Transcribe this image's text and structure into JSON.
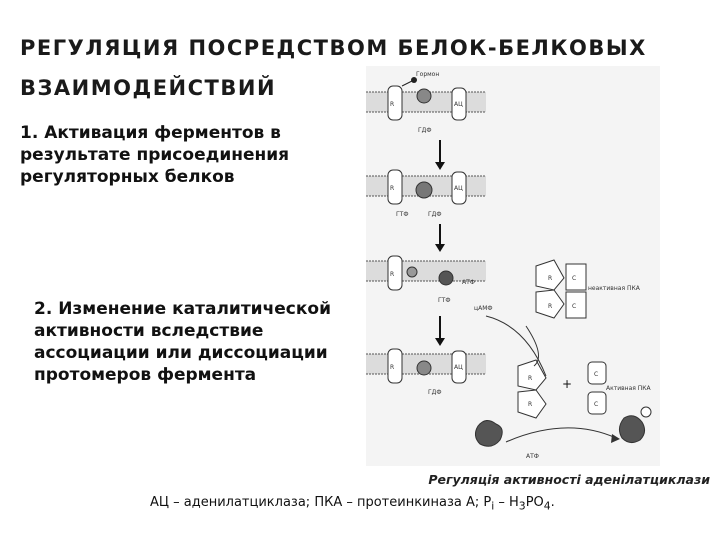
{
  "slide": {
    "title_line1": "РЕГУЛЯЦИЯ ПОСРЕДСТВОМ БЕЛОК-БЕЛКОВЫХ",
    "title_line2": "ВЗАИМОДЕЙСТВИЙ",
    "point1": "1. Активация ферментов в результате присоединения регуляторных белков",
    "point2": "2. Изменение каталитической активности вследствие ассоциации или диссоциации протомеров фермента",
    "caption_italic": "Регуляція активності аденілатциклази",
    "caption_main": "АЦ – аденилатциклаза; ПКА – протеинкиназа А; P",
    "caption_sub_i": "i",
    "caption_mid": " – H",
    "caption_sub_3": "3",
    "caption_po": "PO",
    "caption_sub_4": "4",
    "caption_end": "."
  },
  "figure_labels": {
    "hormone": "Гормон",
    "adenylate_cyclase": "АЦ",
    "gdp": "ГДФ",
    "gtp": "ГТФ",
    "atp": "АТФ",
    "camp": "цАМФ",
    "inactive_pka": "неактивная ПКА",
    "active_pka": "Активная ПКА",
    "r_label": "R",
    "c_label": "C"
  }
}
